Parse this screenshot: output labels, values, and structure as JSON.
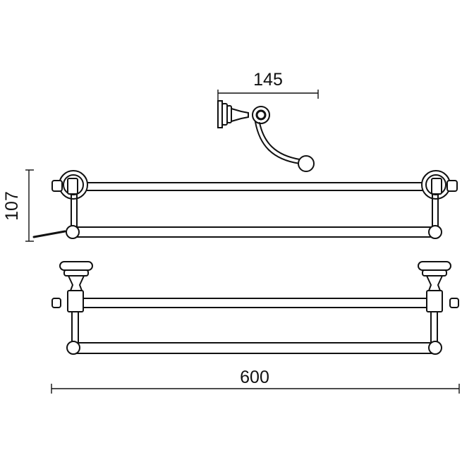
{
  "dimensions": {
    "hook_width": "145",
    "rack_depth": "107",
    "rack_length": "600"
  },
  "colors": {
    "line": "#111111",
    "background": "#ffffff"
  }
}
